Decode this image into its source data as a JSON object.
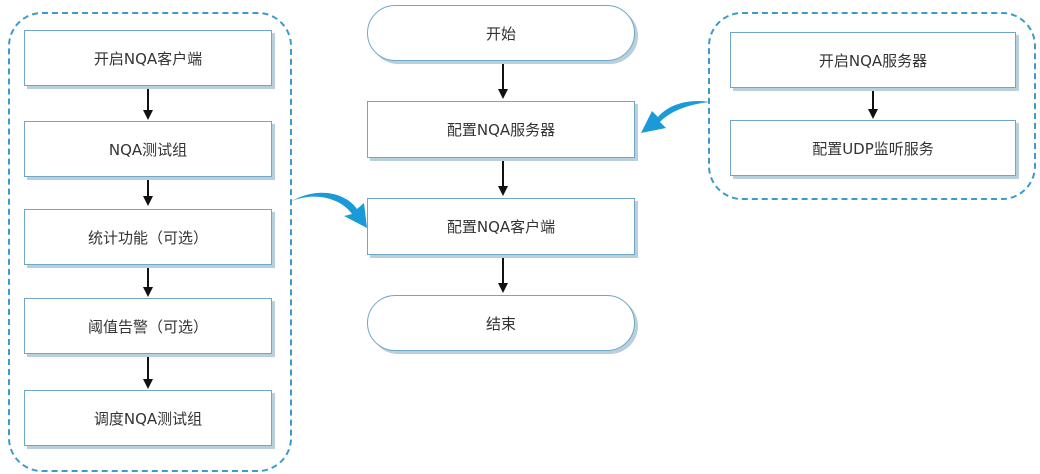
{
  "main_flow": {
    "start": "开始",
    "configure_server": "配置NQA服务器",
    "configure_client": "配置NQA客户端",
    "end": "结束"
  },
  "client_steps": [
    "开启NQA客户端",
    "NQA测试组",
    "统计功能（可选）",
    "阈值告警（可选）",
    "调度NQA测试组"
  ],
  "server_steps": [
    "开启NQA服务器",
    "配置UDP监听服务"
  ],
  "colors": {
    "dashed_border": "#3a9cc9",
    "box_border": "#6fa8c6",
    "box_shadow": "#b8cfdd",
    "curved_arrow": "#1a9ad6",
    "arrow": "#111111",
    "text": "#333333"
  }
}
